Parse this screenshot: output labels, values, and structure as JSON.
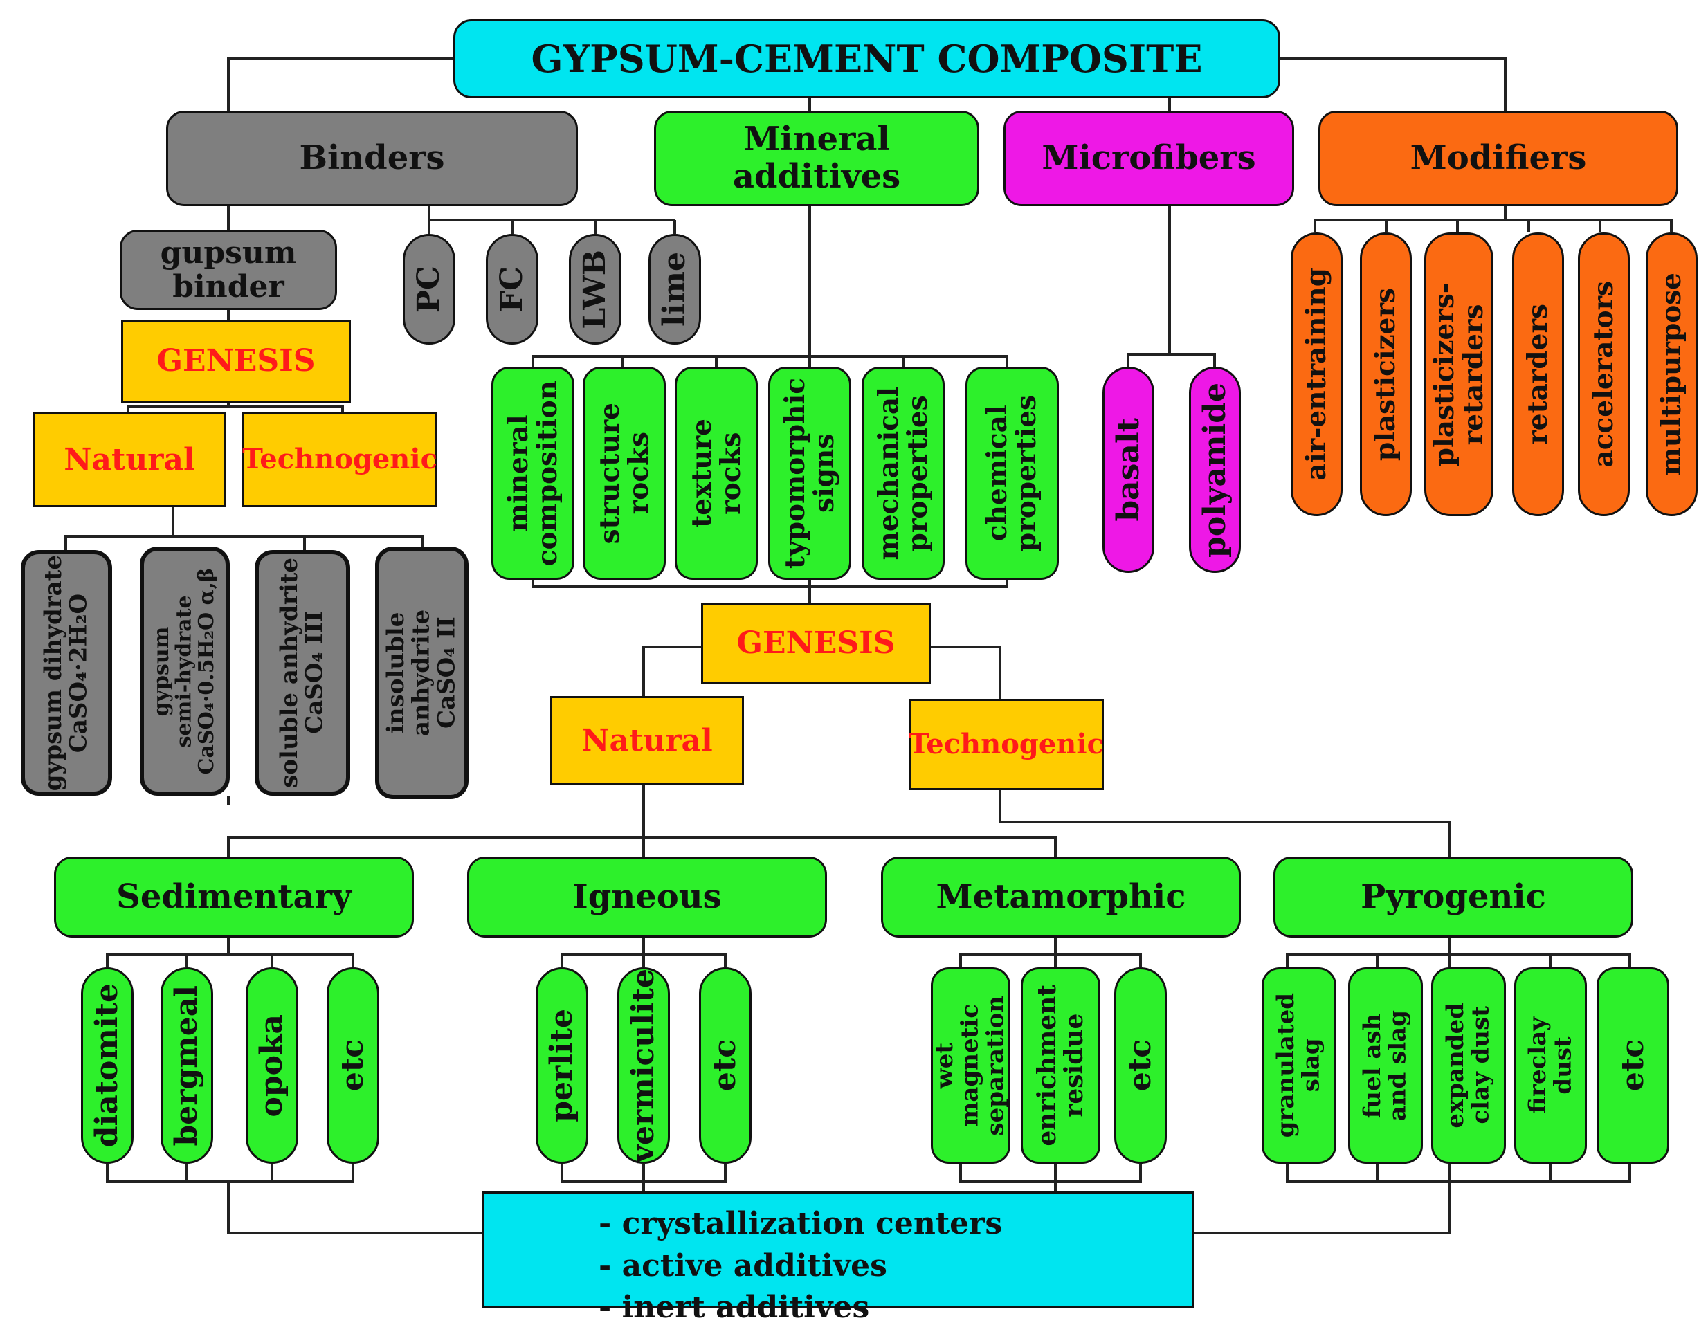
{
  "title": "GYPSUM-CEMENT COMPOSITE",
  "categories": {
    "binders": "Binders",
    "mineral_additives": "Mineral\nadditives",
    "microfibers": "Microfibers",
    "modifiers": "Modifiers"
  },
  "binders": {
    "gypsum_binder": "gupsum\nbinder",
    "others": [
      "PC",
      "FC",
      "LWB",
      "lime"
    ],
    "genesis": "GENESIS",
    "natural": "Natural",
    "technogenic": "Technogenic",
    "types": [
      "gypsum dihydrate\nCaSO₄·2H₂O",
      "gypsum\nsemi-hydrate\nCaSO₄·0.5H₂O α,β",
      "soluble anhydrite\nCaSO₄ III",
      "insoluble anhydrite\nCaSO₄ II"
    ]
  },
  "mineral_properties": [
    "mineral\ncomposition",
    "structure\nrocks",
    "texture\nrocks",
    "typomorphic\nsigns",
    "mechanical\nproperties",
    "chemical\nproperties"
  ],
  "microfiber_types": [
    "basalt",
    "polyamide"
  ],
  "modifier_types": [
    "air-entraining",
    "plasticizers",
    "plasticizers-\nretarders",
    "retarders",
    "accelerators",
    "multipurpose"
  ],
  "mineral_genesis": {
    "genesis": "GENESIS",
    "natural": "Natural",
    "technogenic": "Technogenic"
  },
  "rock_groups": [
    {
      "name": "Sedimentary",
      "items": [
        "diatomite",
        "bergmeal",
        "opoka",
        "etc"
      ]
    },
    {
      "name": "Igneous",
      "items": [
        "perlite",
        "vermiculite",
        "etc"
      ]
    },
    {
      "name": "Metamorphic",
      "items": [
        "wet\nmagnetic\nseparation",
        "enrichment\nresidue",
        "etc"
      ]
    },
    {
      "name": "Pyrogenic",
      "items": [
        "granulated\nslag",
        "fuel ash\nand slag",
        "expanded\nclay dust",
        "fireclay\ndust",
        "etc"
      ]
    }
  ],
  "roles": [
    "- crystallization centers",
    "- active additives",
    "- inert additives"
  ],
  "colors": {
    "title": "#00e5f0",
    "binders": "#7f7f7f",
    "mineral": "#2df02b",
    "microfibers": "#ee18e6",
    "modifiers": "#fb6a12",
    "genesis": "#ffcc00",
    "genesis_text": "#ff1a1a"
  }
}
